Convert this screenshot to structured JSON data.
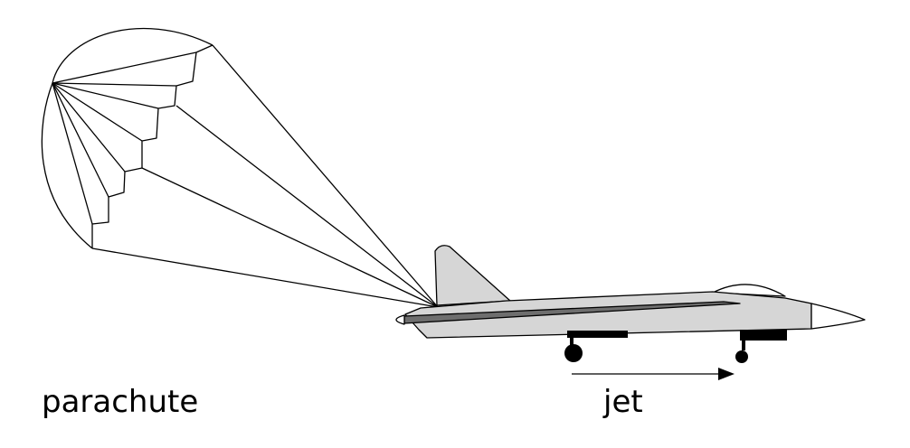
{
  "labels": {
    "parachute": "parachute",
    "jet": "jet"
  },
  "colors": {
    "line": "#000000",
    "fill": "#d6d6d6",
    "dark_stripe": "#6e6e6e",
    "background": "#ffffff"
  },
  "motion": {
    "direction": "right"
  }
}
